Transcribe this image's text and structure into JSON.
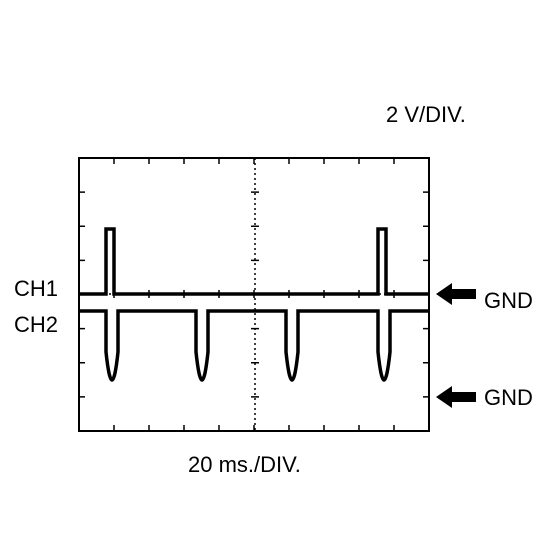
{
  "scale": {
    "volts_per_div": "2 V/DIV.",
    "time_per_div": "20 ms./DIV."
  },
  "channels": {
    "ch1_label": "CH1",
    "ch2_label": "CH2"
  },
  "ground_markers": [
    {
      "label": "GND",
      "channel": "CH1"
    },
    {
      "label": "GND",
      "channel": "CH2"
    }
  ]
}
